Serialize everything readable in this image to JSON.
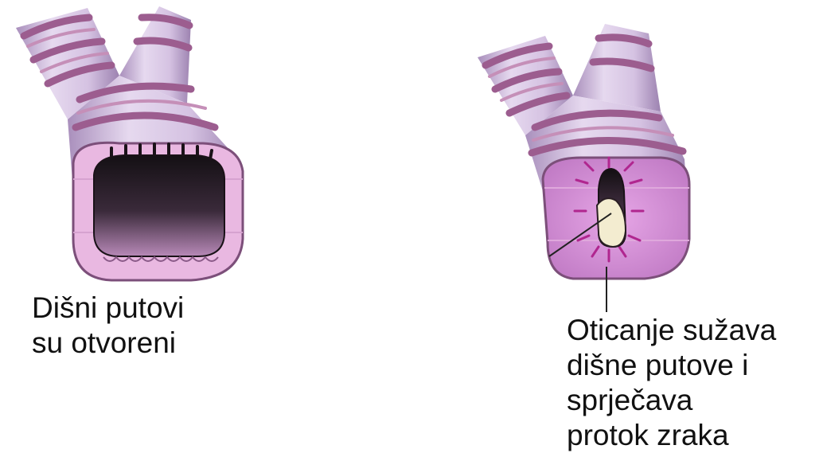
{
  "captions": {
    "open": {
      "line1": "Dišni putovi",
      "line2": "su otvoreni"
    },
    "swollen": {
      "line1": "Oticanje sužava",
      "line2": "dišne putove i",
      "line3": "sprječava",
      "line4": "protok zraka"
    }
  },
  "colors": {
    "tube": "#d9c6e6",
    "band": "#9c5d8f",
    "band_light": "#c58fb8",
    "inner_wall": "#e9b8e1",
    "lumen": "#1a1218",
    "mucus": "#f3ecd0",
    "swollen_tissue": "#c988cc"
  },
  "icons": [
    "open-airway-illustration",
    "narrowed-airway-illustration",
    "leader-line"
  ]
}
